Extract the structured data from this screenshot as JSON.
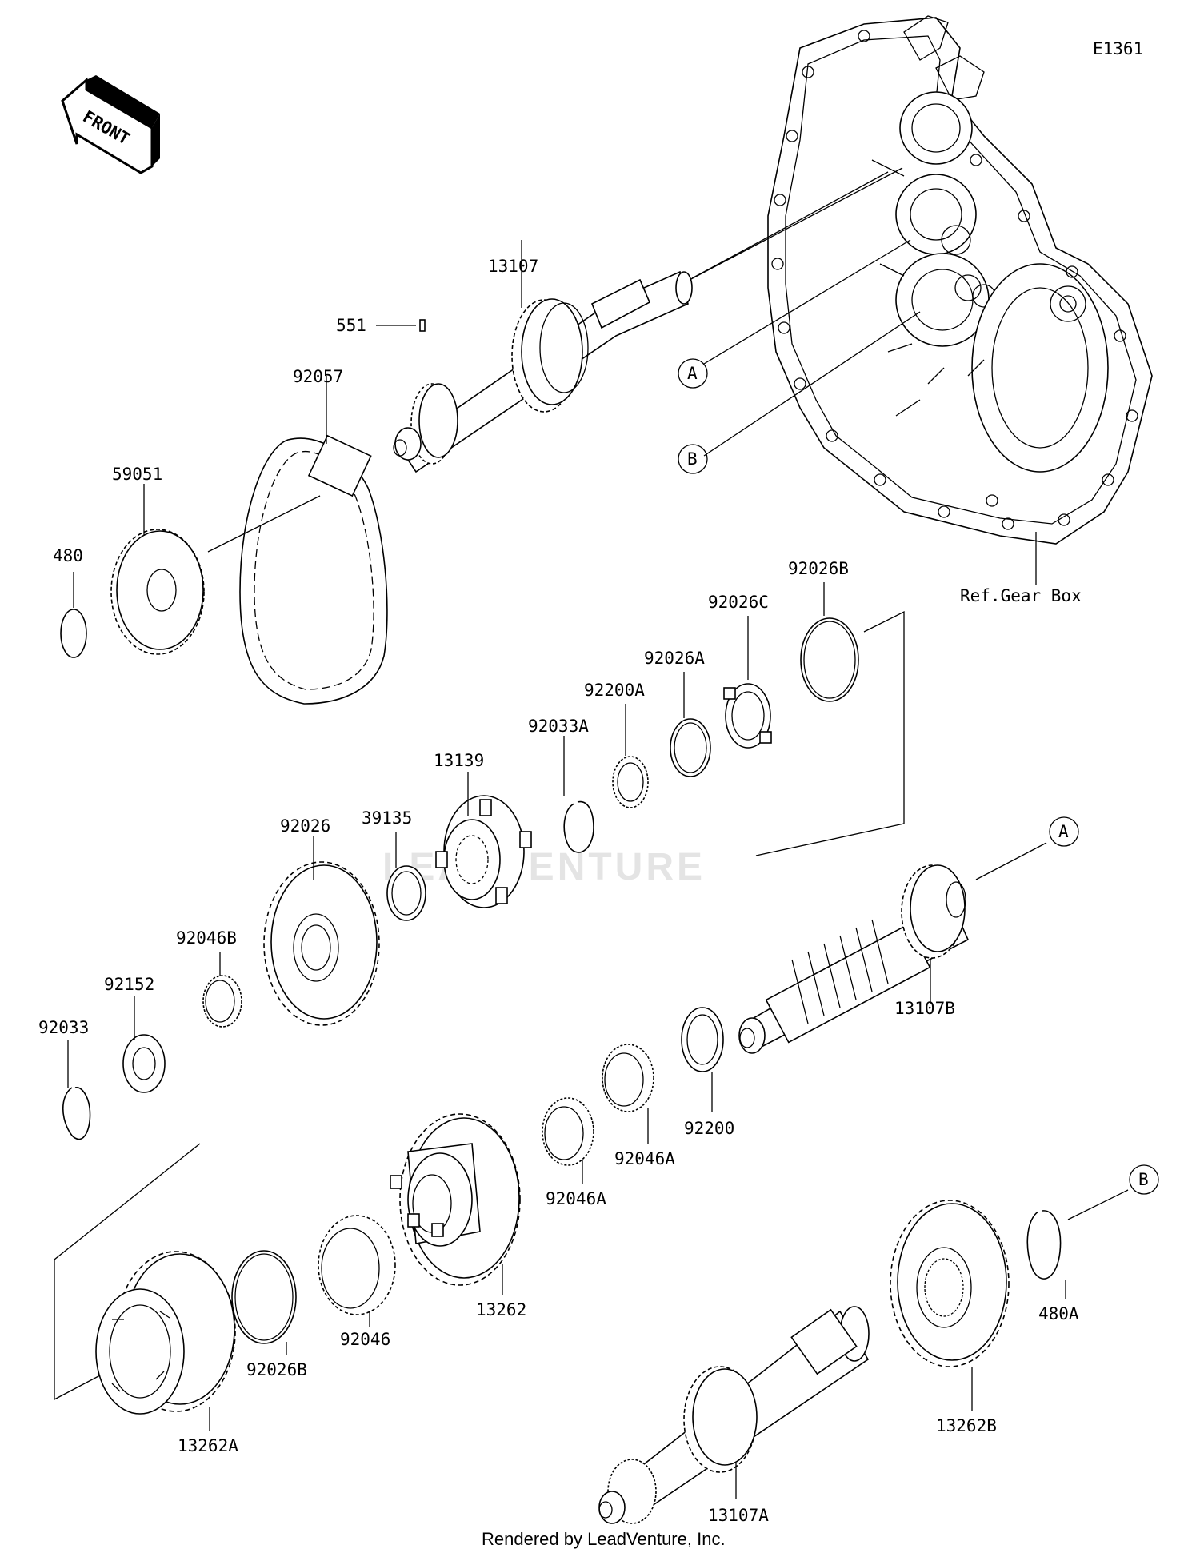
{
  "diagram_code": "E1361",
  "front_label": "FRONT",
  "watermark": "LEADVENTURE",
  "credit": "Rendered by LeadVenture, Inc.",
  "ref_label": "Ref.Gear Box",
  "callouts": {
    "a": "A",
    "b": "B"
  },
  "parts": [
    "13107",
    "551",
    "92057",
    "59051",
    "480",
    "92026B",
    "92026C",
    "92026A",
    "92200A",
    "92033A",
    "13139",
    "39135",
    "92026",
    "92046B",
    "92152",
    "92033",
    "13107B",
    "92200",
    "92046A",
    "92046A",
    "13262",
    "92046",
    "92026B",
    "13262A",
    "13107A",
    "13262B",
    "480A"
  ]
}
